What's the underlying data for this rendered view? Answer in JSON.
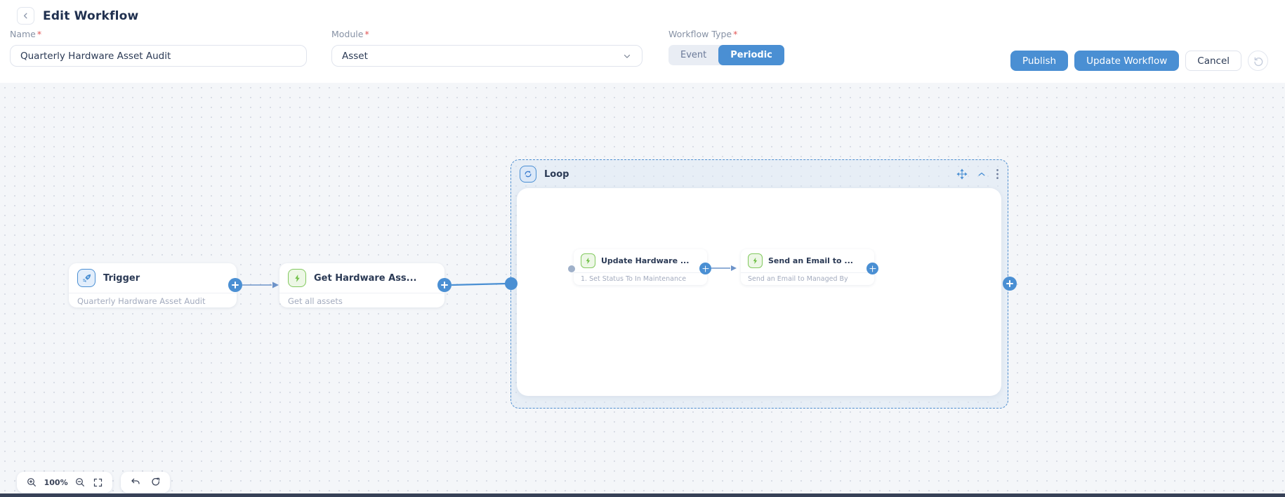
{
  "header": {
    "title": "Edit Workflow",
    "name_field": {
      "label": "Name",
      "required_mark": "*",
      "value": "Quarterly Hardware Asset Audit"
    },
    "module_field": {
      "label": "Module",
      "required_mark": "*",
      "value": "Asset"
    },
    "workflow_type": {
      "label": "Workflow Type",
      "required_mark": "*",
      "options": [
        {
          "label": "Event",
          "selected": false
        },
        {
          "label": "Periodic",
          "selected": true
        }
      ]
    },
    "actions": {
      "publish": "Publish",
      "update": "Update Workflow",
      "cancel": "Cancel"
    }
  },
  "canvas": {
    "trigger_node": {
      "title": "Trigger",
      "subtitle": "Quarterly Hardware Asset Audit",
      "icon": "rocket-trigger-icon"
    },
    "get_assets_node": {
      "title": "Get Hardware Ass...",
      "subtitle": "Get all assets",
      "icon": "bolt-action-icon"
    },
    "loop": {
      "title": "Loop",
      "icon": "loop-refresh-icon",
      "update_node": {
        "title": "Update Hardware ...",
        "subtitle": "1. Set Status To In Maintenance",
        "icon": "bolt-action-icon"
      },
      "send_email_node": {
        "title": "Send an Email to ...",
        "subtitle": "Send an Email to Managed By",
        "icon": "bolt-action-icon"
      }
    }
  },
  "footer": {
    "zoom_level": "100%"
  },
  "icons": [
    "chevron-left-icon",
    "chevron-down-icon",
    "history-icon",
    "rocket-trigger-icon",
    "bolt-action-icon",
    "loop-refresh-icon",
    "move-icon",
    "chevron-up-icon",
    "kebab-menu-icon",
    "zoom-in-icon",
    "zoom-out-icon",
    "fit-screen-icon",
    "undo-icon",
    "redo-icon",
    "plus-icon"
  ],
  "colors": {
    "accent_blue": "#4a8fd3",
    "action_green": "#72c14a",
    "required_red": "#e25555",
    "canvas_bg": "#f4f6f9",
    "loop_tint": "#d9e5f3",
    "dark_strip": "#374157"
  }
}
